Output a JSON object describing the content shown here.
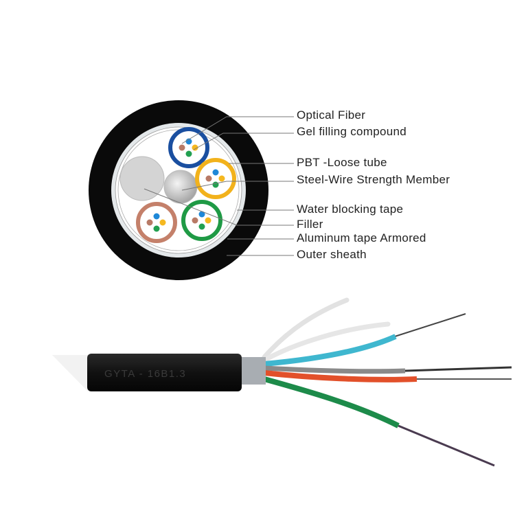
{
  "labels": [
    "Optical Fiber",
    "Gel filling compound",
    "PBT -Loose tube",
    "Steel-Wire Strength Member",
    "Water blocking tape",
    "Filler",
    "Aluminum tape Armored",
    "Outer sheath"
  ],
  "cable_print": "GYTA - 16B1.3",
  "colors": {
    "sheath": "#0a0a0a",
    "tube_blue": "#1a4fa0",
    "tube_yellow": "#f2b21c",
    "tube_green": "#1f9a45",
    "tube_brown": "#c4806a",
    "fiber_blue": "#1e88d8",
    "fiber_yellow": "#f5b820",
    "fiber_green": "#22a050",
    "fiber_brown": "#b87a66",
    "filler": "#d4d4d4",
    "leader": "#777777"
  }
}
